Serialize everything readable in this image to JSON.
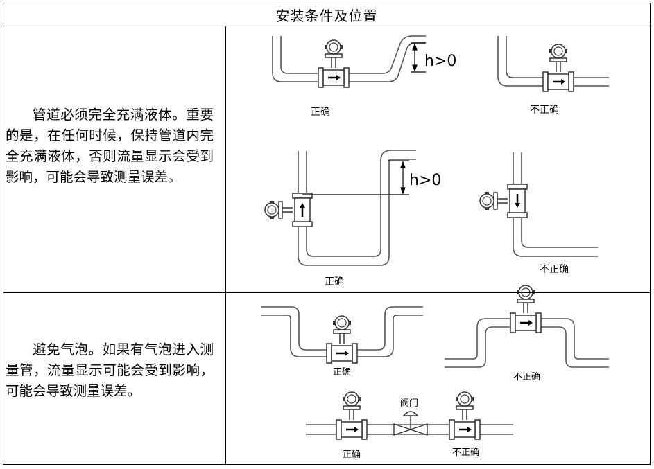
{
  "header": {
    "title": "安装条件及位置"
  },
  "rows": [
    {
      "description": "管道必须完全充满液体。重要的是，在任何时候，保持管道内完全充满液体，否则流量显示会受到影响，可能会导致测量误差。",
      "labels": {
        "correct_1": "正确",
        "incorrect_1": "不正确",
        "correct_2": "正确",
        "incorrect_2": "不正确",
        "h_label_1": "h>0",
        "h_label_2": "h>0"
      }
    },
    {
      "description": "避免气泡。如果有气泡进入测量管，流量显示可能会受到影响，可能会导致测量误差。",
      "labels": {
        "correct_1": "正确",
        "incorrect_1": "不正确",
        "valve": "阀门",
        "correct_2": "正确",
        "incorrect_2": "不正确"
      }
    }
  ]
}
